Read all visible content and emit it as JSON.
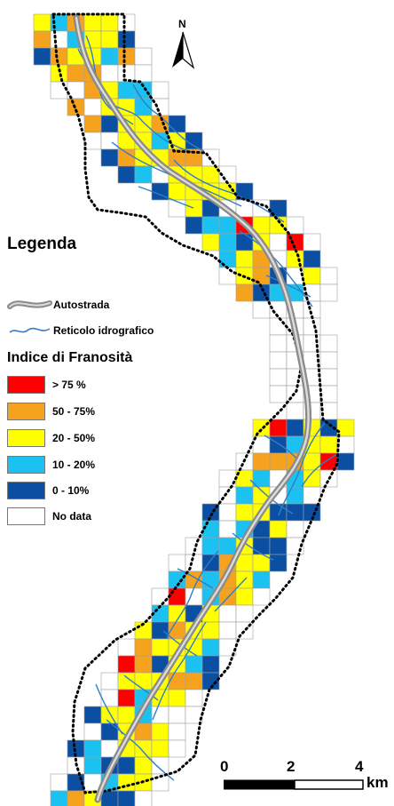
{
  "legend": {
    "title": "Legenda",
    "lines": [
      {
        "label": "Autostrada",
        "icon": "highway-line-icon"
      },
      {
        "label": "Reticolo idrografico",
        "icon": "river-line-icon"
      }
    ],
    "index_title": "Indice di Franosità",
    "classes": [
      {
        "label": "> 75 %",
        "color": "#ff0000"
      },
      {
        "label": "50 - 75%",
        "color": "#f5a21e"
      },
      {
        "label": "20 - 50%",
        "color": "#ffff00"
      },
      {
        "label": "10 - 20%",
        "color": "#1bc1f0"
      },
      {
        "label": "0 - 10%",
        "color": "#0a4fa1"
      },
      {
        "label": "No data",
        "color": "#ffffff"
      }
    ]
  },
  "north_arrow": {
    "label": "N"
  },
  "scale_bar": {
    "ticks": [
      "0",
      "2",
      "4"
    ],
    "unit": "km"
  }
}
